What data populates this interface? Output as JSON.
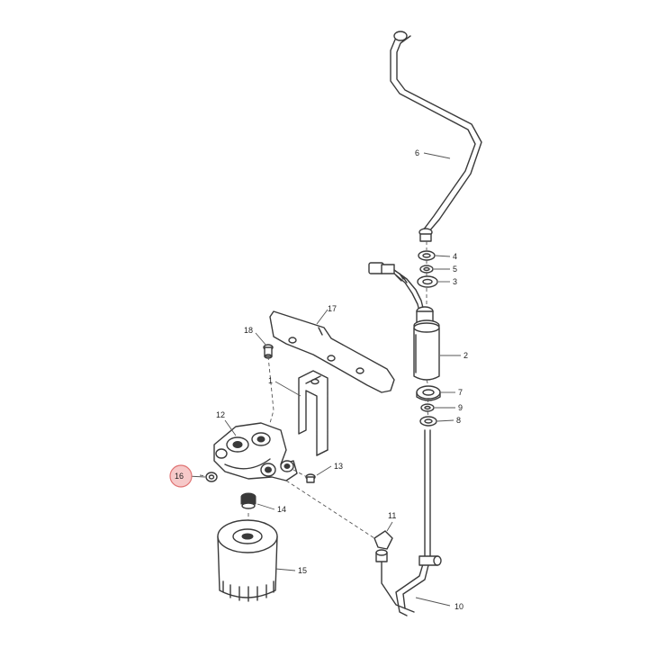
{
  "diagram": {
    "callouts": [
      {
        "id": "6",
        "label": "6"
      },
      {
        "id": "4",
        "label": "4"
      },
      {
        "id": "5",
        "label": "5"
      },
      {
        "id": "3",
        "label": "3"
      },
      {
        "id": "17",
        "label": "17"
      },
      {
        "id": "18",
        "label": "18"
      },
      {
        "id": "2",
        "label": "2"
      },
      {
        "id": "1",
        "label": "1"
      },
      {
        "id": "7",
        "label": "7"
      },
      {
        "id": "9",
        "label": "9"
      },
      {
        "id": "8",
        "label": "8"
      },
      {
        "id": "12",
        "label": "12"
      },
      {
        "id": "13",
        "label": "13"
      },
      {
        "id": "16",
        "label": "16",
        "highlighted": true
      },
      {
        "id": "14",
        "label": "14"
      },
      {
        "id": "11",
        "label": "11"
      },
      {
        "id": "15",
        "label": "15"
      },
      {
        "id": "10",
        "label": "10"
      }
    ],
    "highlight_color": "#f6c9c9"
  }
}
